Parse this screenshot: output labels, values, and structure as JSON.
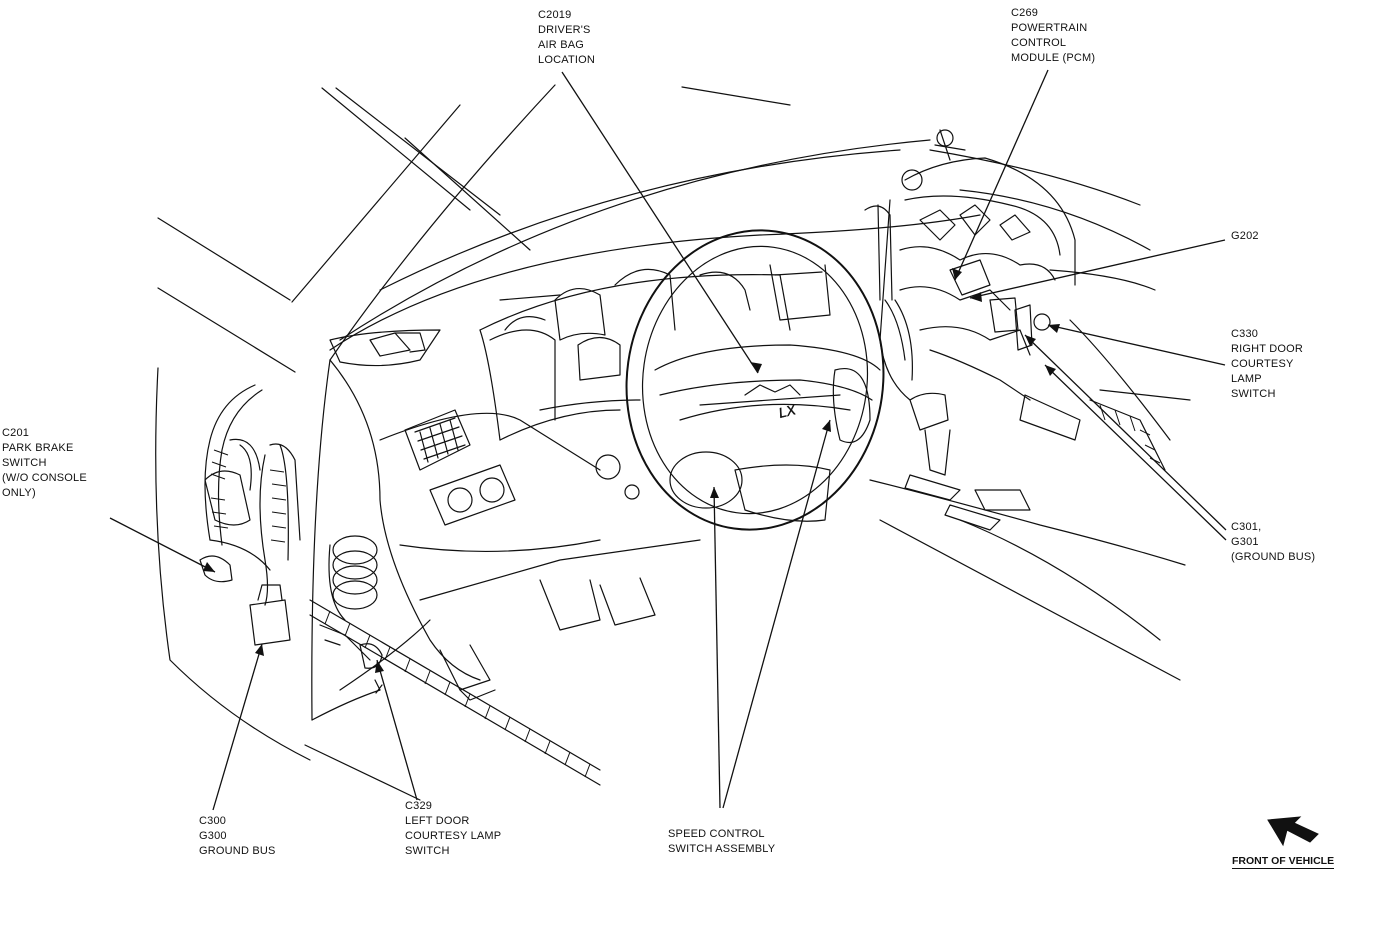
{
  "callouts": {
    "c2019": [
      "C2019",
      "DRIVER'S",
      "AIR BAG",
      "LOCATION"
    ],
    "c269": [
      "C269",
      "POWERTRAIN",
      "CONTROL",
      "MODULE (PCM)"
    ],
    "g202": [
      "G202"
    ],
    "c330": [
      "C330",
      "RIGHT DOOR",
      "COURTESY",
      "LAMP",
      "SWITCH"
    ],
    "c201": [
      "C201",
      "PARK BRAKE",
      "SWITCH",
      "(W/O CONSOLE",
      "ONLY)"
    ],
    "c301": [
      "C301,",
      "G301",
      "(GROUND BUS)"
    ],
    "c300": [
      "C300",
      "G300",
      "GROUND BUS"
    ],
    "c329": [
      "C329",
      "LEFT DOOR",
      "COURTESY LAMP",
      "SWITCH"
    ],
    "speed": [
      "SPEED CONTROL",
      "SWITCH ASSEMBLY"
    ]
  },
  "front_label": "FRONT OF VEHICLE",
  "wheel_badge": "LX",
  "icons": {
    "front": "front-arrow-icon"
  }
}
